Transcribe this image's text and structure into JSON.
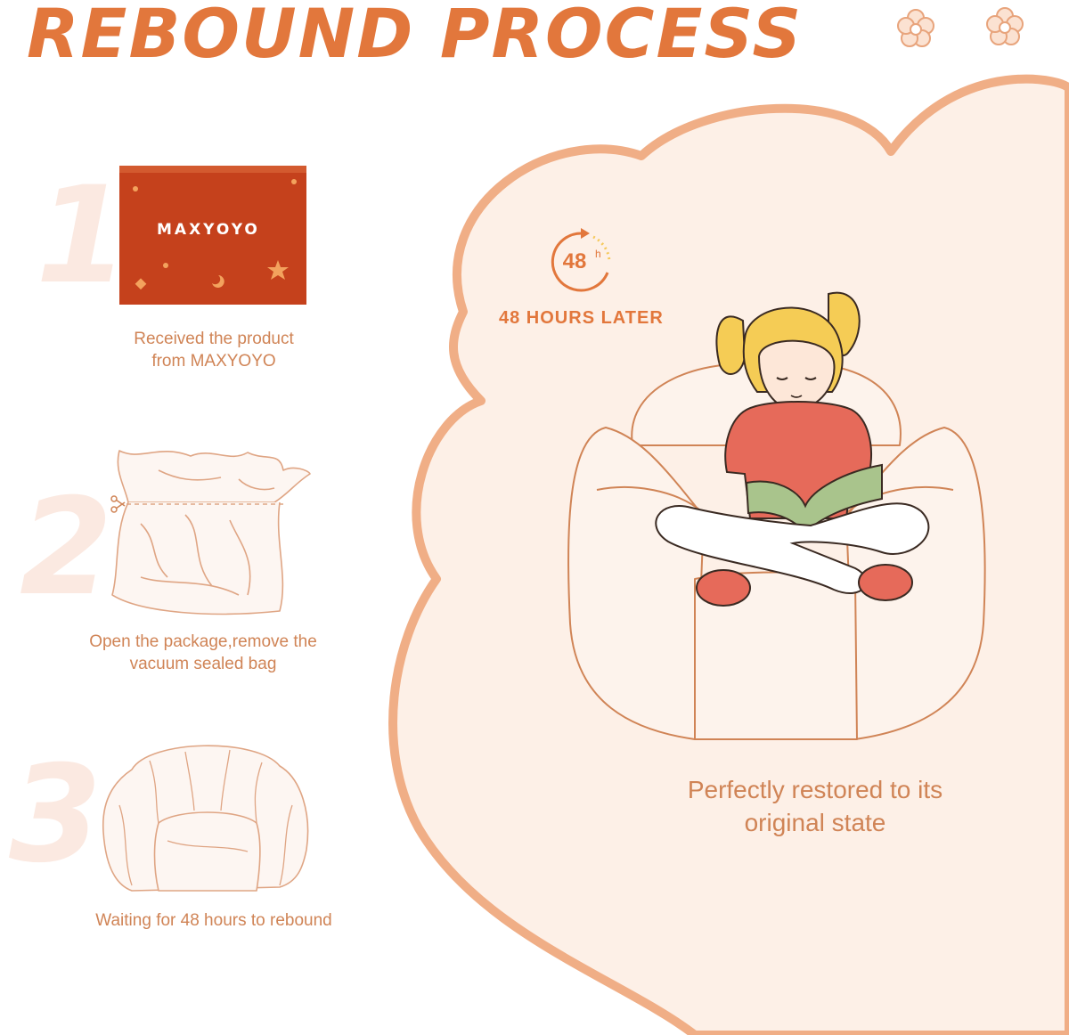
{
  "title": "REBOUND PROCESS",
  "steps": [
    {
      "number": "1",
      "lines": [
        "Received the product",
        "from MAXYOYO"
      ]
    },
    {
      "number": "2",
      "lines": [
        "Open the package,remove the",
        "vacuum sealed bag"
      ]
    },
    {
      "number": "3",
      "lines": [
        "Waiting for 48 hours to rebound"
      ]
    }
  ],
  "box_logo": "MAXYOYO",
  "timer": {
    "value": "48",
    "unit": "h",
    "label": "48 HOURS LATER"
  },
  "result": {
    "lines": [
      "Perfectly restored to its",
      "original state"
    ]
  },
  "colors": {
    "accent": "#e2773c",
    "text": "#d08456",
    "cloud_fill": "#fdf0e7",
    "cloud_edge": "#f0ae86",
    "box": "#c5411c",
    "shirt": "#e66a5a",
    "hair": "#f5cc55",
    "book": "#a9c48c"
  },
  "icons": [
    "flower-icon",
    "clock-arrow-icon",
    "scissors-icon"
  ]
}
